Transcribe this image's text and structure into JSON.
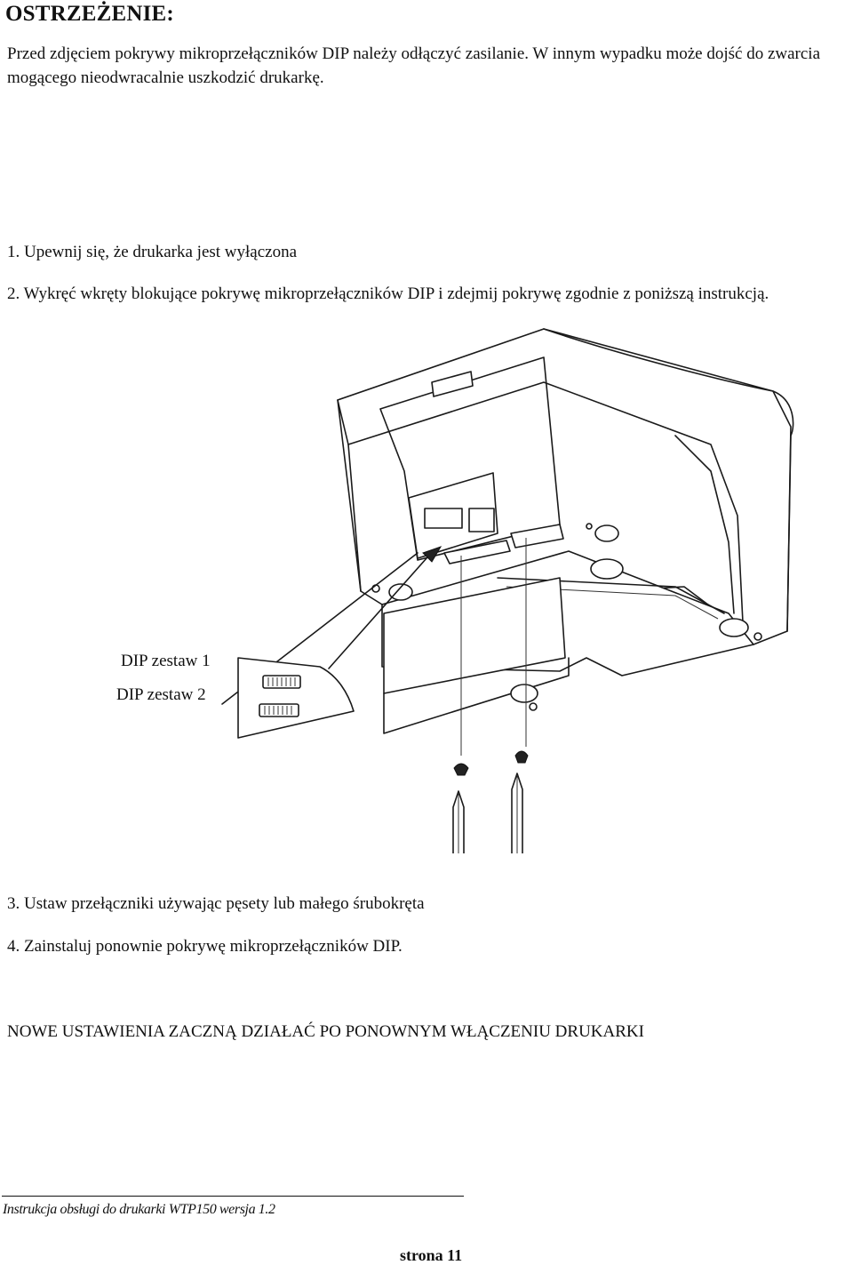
{
  "warning": {
    "title": "OSTRZEŻENIE:",
    "text": "Przed zdjęciem pokrywy mikroprzełączników DIP należy odłączyć zasilanie. W innym wypadku może dojść do zwarcia mogącego nieodwracalnie uszkodzić drukarkę."
  },
  "steps": [
    "1. Upewnij się, że drukarka jest wyłączona",
    "2. Wykręć wkręty blokujące pokrywę mikroprzełączników DIP i zdejmij pokrywę zgodnie z poniższą instrukcją.",
    "3. Ustaw przełączniki używając pęsety lub małego śrubokręta",
    "4. Zainstaluj ponownie pokrywę mikroprzełączników DIP."
  ],
  "figure": {
    "labels": {
      "dip1": "DIP zestaw 1",
      "dip2": "DIP zestaw 2"
    },
    "icons": [
      "printer-bottom-drawing",
      "screw-icon",
      "screwdriver-icon",
      "dip-switch-icon"
    ]
  },
  "notice": "NOWE USTAWIENIA ZACZNĄ DZIAŁAĆ PO PONOWNYM WŁĄCZENIU DRUKARKI",
  "footer": {
    "manual": "Instrukcja obsługi do drukarki WTP150 wersja 1.2",
    "page": "strona 11"
  }
}
